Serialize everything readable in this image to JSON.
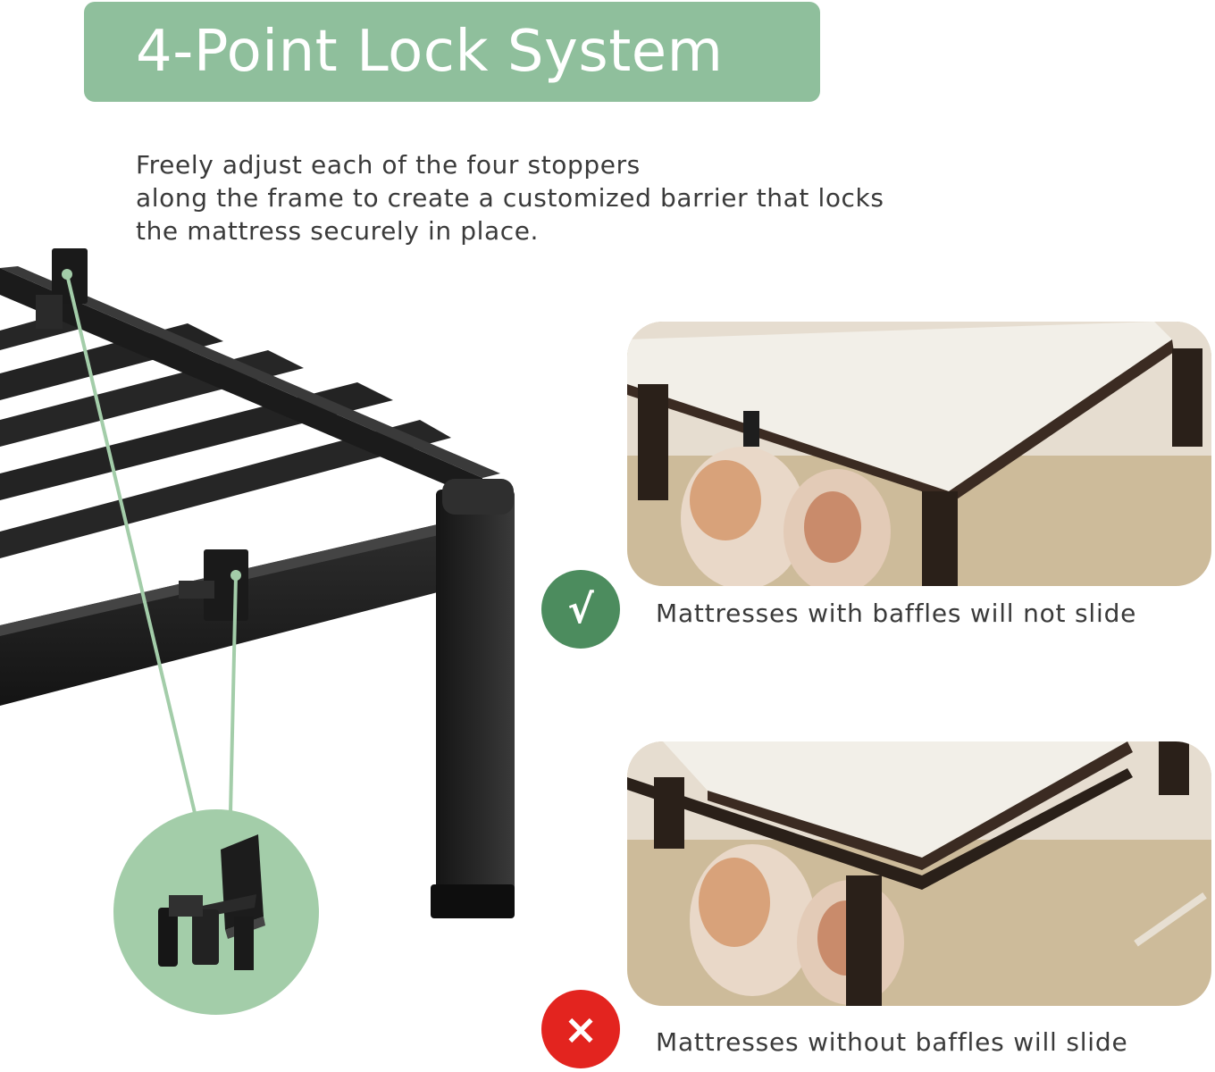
{
  "colors": {
    "accent": "#8fbf9c",
    "accent_light": "#a3cda9",
    "good": "#4c8c5e",
    "bad": "#e3241f",
    "frame": "#1e1e1e"
  },
  "header": {
    "title": "4-Point Lock System"
  },
  "description": {
    "lines": [
      "Freely adjust each of the four stoppers",
      "along the frame to create a customized barrier that locks",
      "the mattress securely in place."
    ]
  },
  "comparison": {
    "good": {
      "icon": "check-icon",
      "symbol": "√",
      "caption": "Mattresses with baffles will not slide"
    },
    "bad": {
      "icon": "close-icon",
      "symbol": "×",
      "caption": "Mattresses without baffles will slide"
    }
  },
  "detail": {
    "icon": "stopper-bracket-icon"
  }
}
